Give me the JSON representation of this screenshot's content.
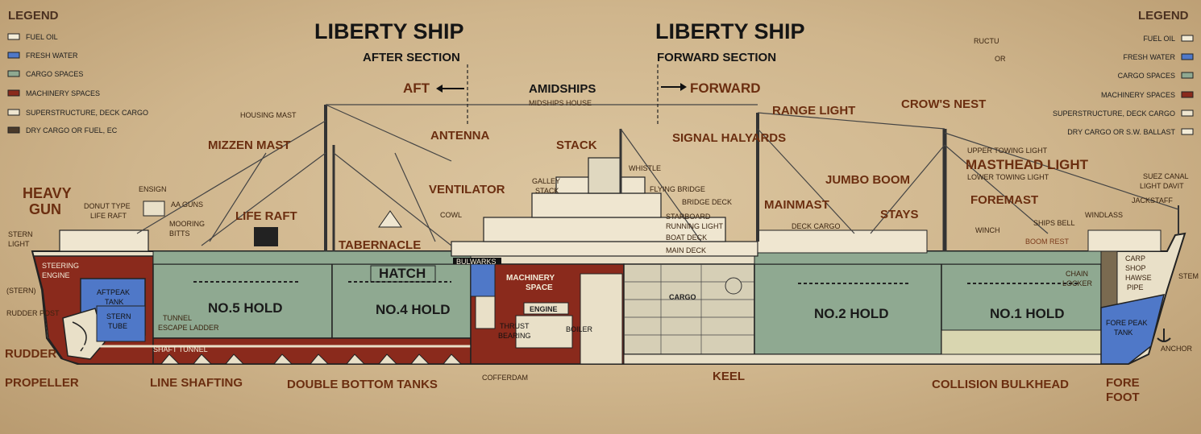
{
  "titles": {
    "after_title": "LIBERTY SHIP",
    "after_sub": "AFTER SECTION",
    "forward_title": "LIBERTY SHIP",
    "forward_sub": "FORWARD SECTION",
    "aft": "AFT",
    "amidships": "AMIDSHIPS",
    "midships_house": "MIDSHIPS HOUSE",
    "forward": "FORWARD",
    "faint_1": "RUCTU",
    "faint_2": "OR"
  },
  "legend_left": {
    "heading": "LEGEND",
    "items": [
      {
        "label": "FUEL OIL",
        "color": "#f3ecd8"
      },
      {
        "label": "FRESH WATER",
        "color": "#4f78c8"
      },
      {
        "label": "CARGO SPACES",
        "color": "#8fa991"
      },
      {
        "label": "MACHINERY SPACES",
        "color": "#8a2a1c"
      },
      {
        "label": "SUPERSTRUCTURE, DECK CARGO",
        "color": "#efe6d0"
      },
      {
        "label": "DRY CARGO  OR  FUEL, EC",
        "color": "#4a3a2a"
      }
    ]
  },
  "legend_right": {
    "heading": "LEGEND",
    "items": [
      {
        "label": "FUEL OIL",
        "color": "#f3ecd8"
      },
      {
        "label": "FRESH WATER",
        "color": "#4f78c8"
      },
      {
        "label": "CARGO SPACES",
        "color": "#8fa991"
      },
      {
        "label": "MACHINERY SPACES",
        "color": "#8a2a1c"
      },
      {
        "label": "SUPERSTRUCTURE, DECK CARGO",
        "color": "#efe6d0"
      },
      {
        "label": "DRY CARGO  OR  S.W. BALLAST",
        "color": "#f3ecd8"
      }
    ]
  },
  "holds": {
    "hold5": "NO.5 HOLD",
    "hold4": "NO.4 HOLD",
    "hold2": "NO.2 HOLD",
    "hold1": "NO.1 HOLD",
    "hatch": "HATCH",
    "machinery": "MACHINERY",
    "space": "SPACE",
    "engine": "ENGINE",
    "cargo": "CARGO"
  },
  "labels": {
    "heavy": "HEAVY",
    "gun": "GUN",
    "stern_1": "STERN",
    "stern_2": "LIGHT",
    "stern_paren": "(STERN)",
    "rudder_post": "RUDDER POST",
    "rudder": "RUDDER",
    "propeller": "PROPELLER",
    "steering_1": "STEERING",
    "steering_2": "ENGINE",
    "aftpeak_1": "AFTPEAK",
    "aftpeak_2": "TANK",
    "stern_tube_1": "STERN",
    "stern_tube_2": "TUBE",
    "tunnel_1": "TUNNEL",
    "tunnel_2": "ESCAPE LADDER",
    "shaft_tunnel": "SHAFT  TUNNEL",
    "line_shafting": "LINE SHAFTING",
    "double_bottom": "DOUBLE BOTTOM TANKS",
    "cofferdam": "COFFERDAM",
    "keel": "KEEL",
    "collision": "COLLISION BULKHEAD",
    "fore_foot_1": "FORE",
    "fore_foot_2": "FOOT",
    "anchor": "ANCHOR",
    "fore_peak_1": "FORE PEAK",
    "fore_peak_2": "TANK",
    "stem": "STEM",
    "chain_1": "CHAIN",
    "chain_2": "LOCKER",
    "carp_1": "CARP",
    "carp_2": "SHOP",
    "hawse_1": "HAWSE",
    "hawse_2": "PIPE",
    "ensign": "ENSIGN",
    "donut_1": "DONUT TYPE",
    "donut_2": "LIFE RAFT",
    "aa_guns": "AA GUNS",
    "mooring_1": "MOORING",
    "mooring_2": "BITTS",
    "mizzen": "MIZZEN MAST",
    "life_raft": "LIFE RAFT",
    "tabernacle": "TABERNACLE",
    "housing_mast": "HOUSING MAST",
    "antenna": "ANTENNA",
    "ventilator": "VENTILATOR",
    "cowl": "COWL",
    "galley_1": "GALLEY",
    "galley_2": "STACK",
    "stack": "STACK",
    "whistle": "WHISTLE",
    "flying_bridge": "FLYING BRIDGE",
    "bridge_deck": "BRIDGE DECK",
    "starboard_1": "STARBOARD",
    "starboard_2": "RUNNING LIGHT",
    "boat_deck": "BOAT DECK",
    "main_deck": "MAIN DECK",
    "bulwarks": "BULWARKS",
    "thrust_1": "THRUST",
    "thrust_2": "BEARING",
    "boiler": "BOILER",
    "range_light": "RANGE LIGHT",
    "signal": "SIGNAL HALYARDS",
    "mainmast": "MAINMAST",
    "deck_cargo": "DECK CARGO",
    "jumbo": "JUMBO BOOM",
    "stays": "STAYS",
    "crows_nest": "CROW'S NEST",
    "upper_towing": "UPPER TOWING LIGHT",
    "masthead": "MASTHEAD LIGHT",
    "lower_towing": "LOWER TOWING LIGHT",
    "foremast": "FOREMAST",
    "winch": "WINCH",
    "boom_rest": "BOOM REST",
    "ships_bell": "SHIPS BELL",
    "windlass": "WINDLASS",
    "jackstaff": "JACKSTAFF",
    "suez_1": "SUEZ CANAL",
    "suez_2": "LIGHT DAVIT"
  }
}
